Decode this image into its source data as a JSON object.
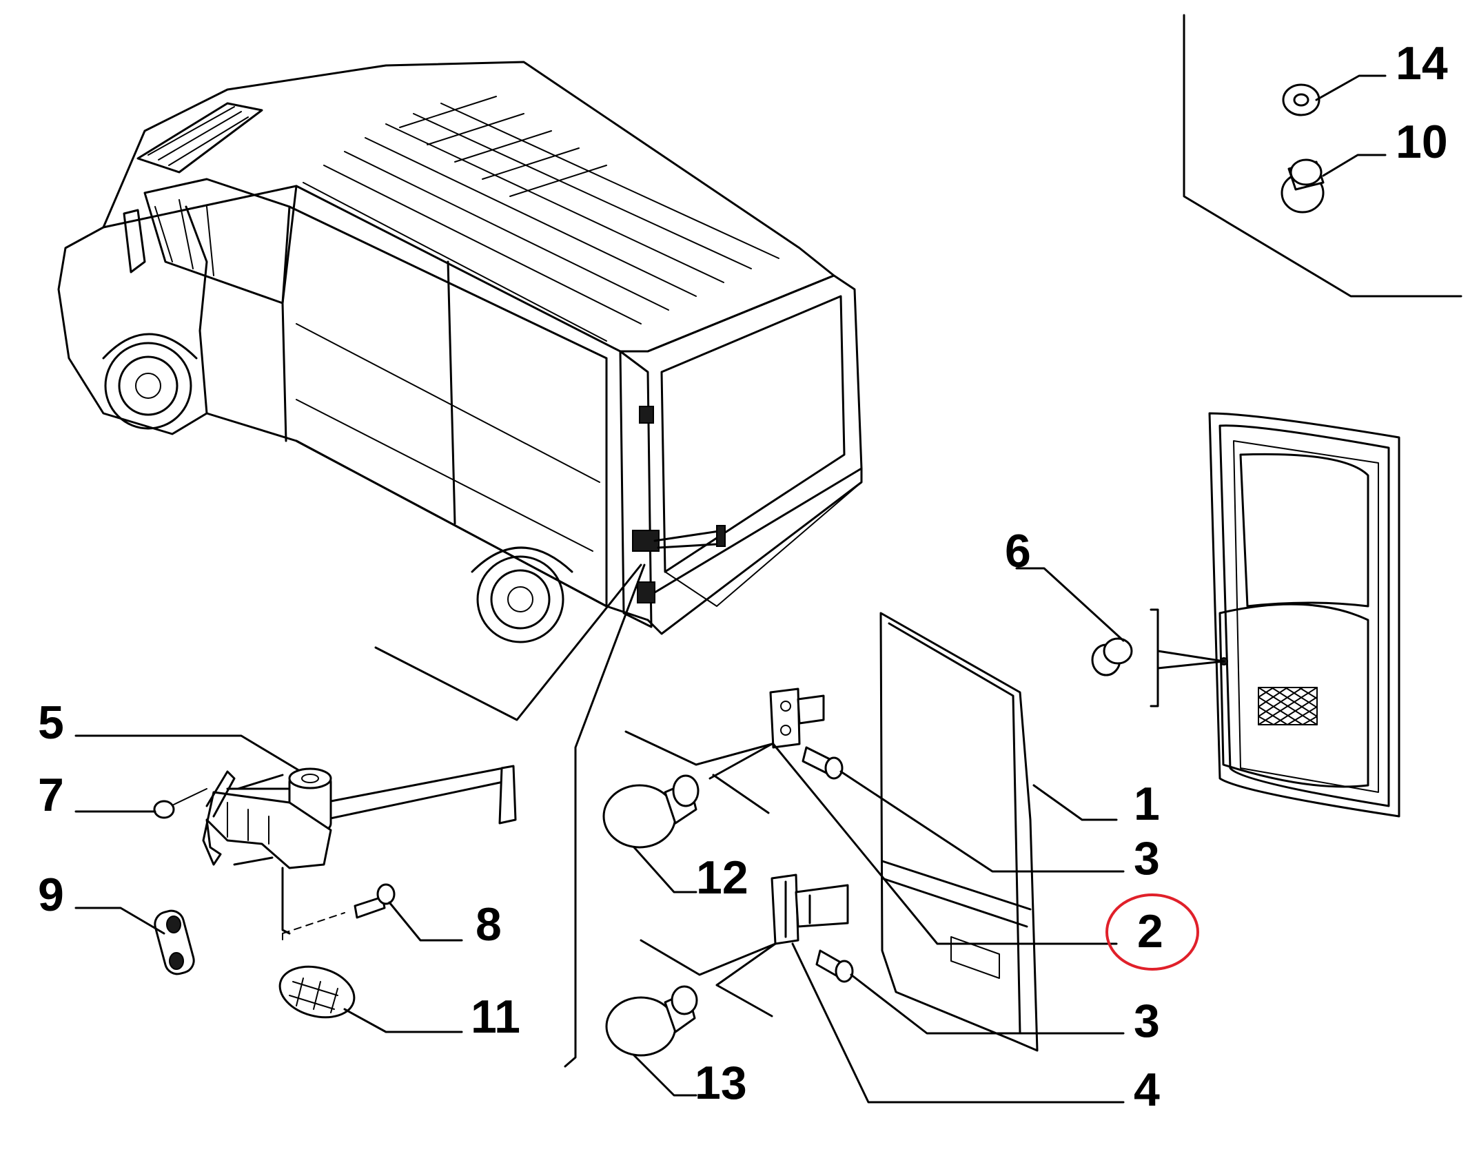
{
  "callouts": {
    "c14": "14",
    "c10": "10",
    "c6": "6",
    "c5": "5",
    "c7": "7",
    "c9": "9",
    "c8": "8",
    "c11": "11",
    "c12": "12",
    "c13": "13",
    "c1": "1",
    "c3a": "3",
    "c2": "2",
    "c3b": "3",
    "c4": "4"
  },
  "highlight": {
    "target": "2",
    "color": "#e0202a"
  }
}
